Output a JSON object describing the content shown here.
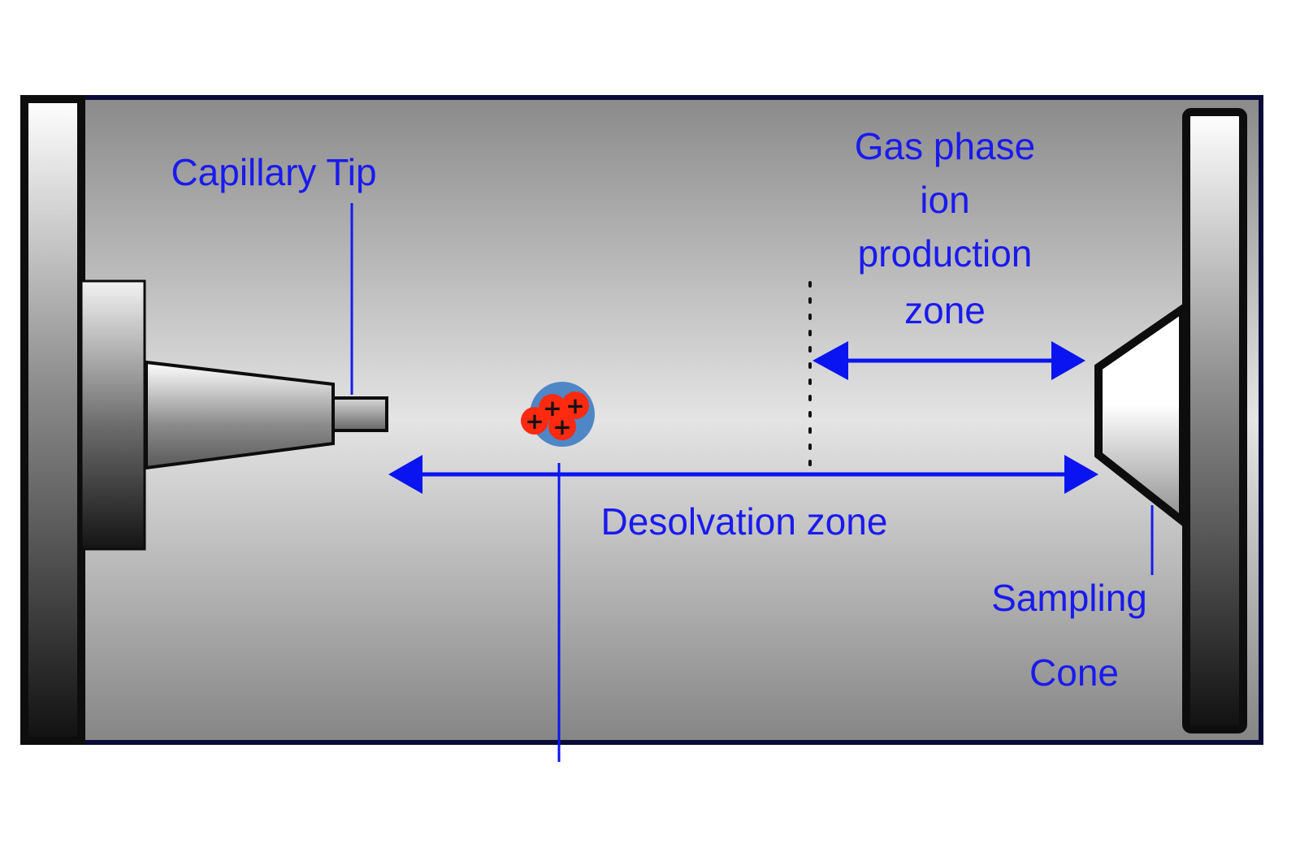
{
  "diagram": {
    "title": "Electrospray ionization source",
    "labels": {
      "capillary_tip": "Capillary Tip",
      "gas_phase_line1": "Gas phase",
      "gas_phase_line2": "ion",
      "gas_phase_line3": "production",
      "gas_phase_line4": "zone",
      "desolvation_zone": "Desolvation zone",
      "sampling_cone_line1": "Sampling",
      "sampling_cone_line2": "Cone"
    },
    "droplet": {
      "charge_symbol": "+",
      "ion_count": 4
    },
    "colors": {
      "label_blue": "#1a1aee",
      "arrow_blue": "#0a14f0",
      "frame_navy": "#0b0b3a",
      "droplet_shell": "#4f86c6",
      "ion_red": "#ff2a10",
      "outline_black": "#0d0d0d"
    }
  }
}
